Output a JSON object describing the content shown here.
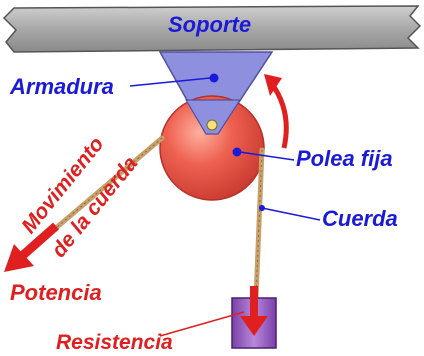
{
  "labels": {
    "support": "Soporte",
    "frame": "Armadura",
    "fixed_pulley": "Polea fija",
    "rope": "Cuerda",
    "rope_movement_line1": "Movimiento",
    "rope_movement_line2": "de la cuerda",
    "effort": "Potencia",
    "resistance": "Resistencia"
  },
  "colors": {
    "label_blue": "#1a1ad8",
    "label_red": "#e02020",
    "support_gray": "#a8a8a8",
    "frame_blue": "#8f8fe0",
    "pulley_red": "#e8544a",
    "rope_tan": "#c8a06a",
    "weight_purple": "#9a60c0"
  },
  "icons": {
    "rotation_arrow": "curved-arrow-icon",
    "effort_arrow": "down-left-arrow-icon",
    "weight_arrow": "down-arrow-icon"
  }
}
